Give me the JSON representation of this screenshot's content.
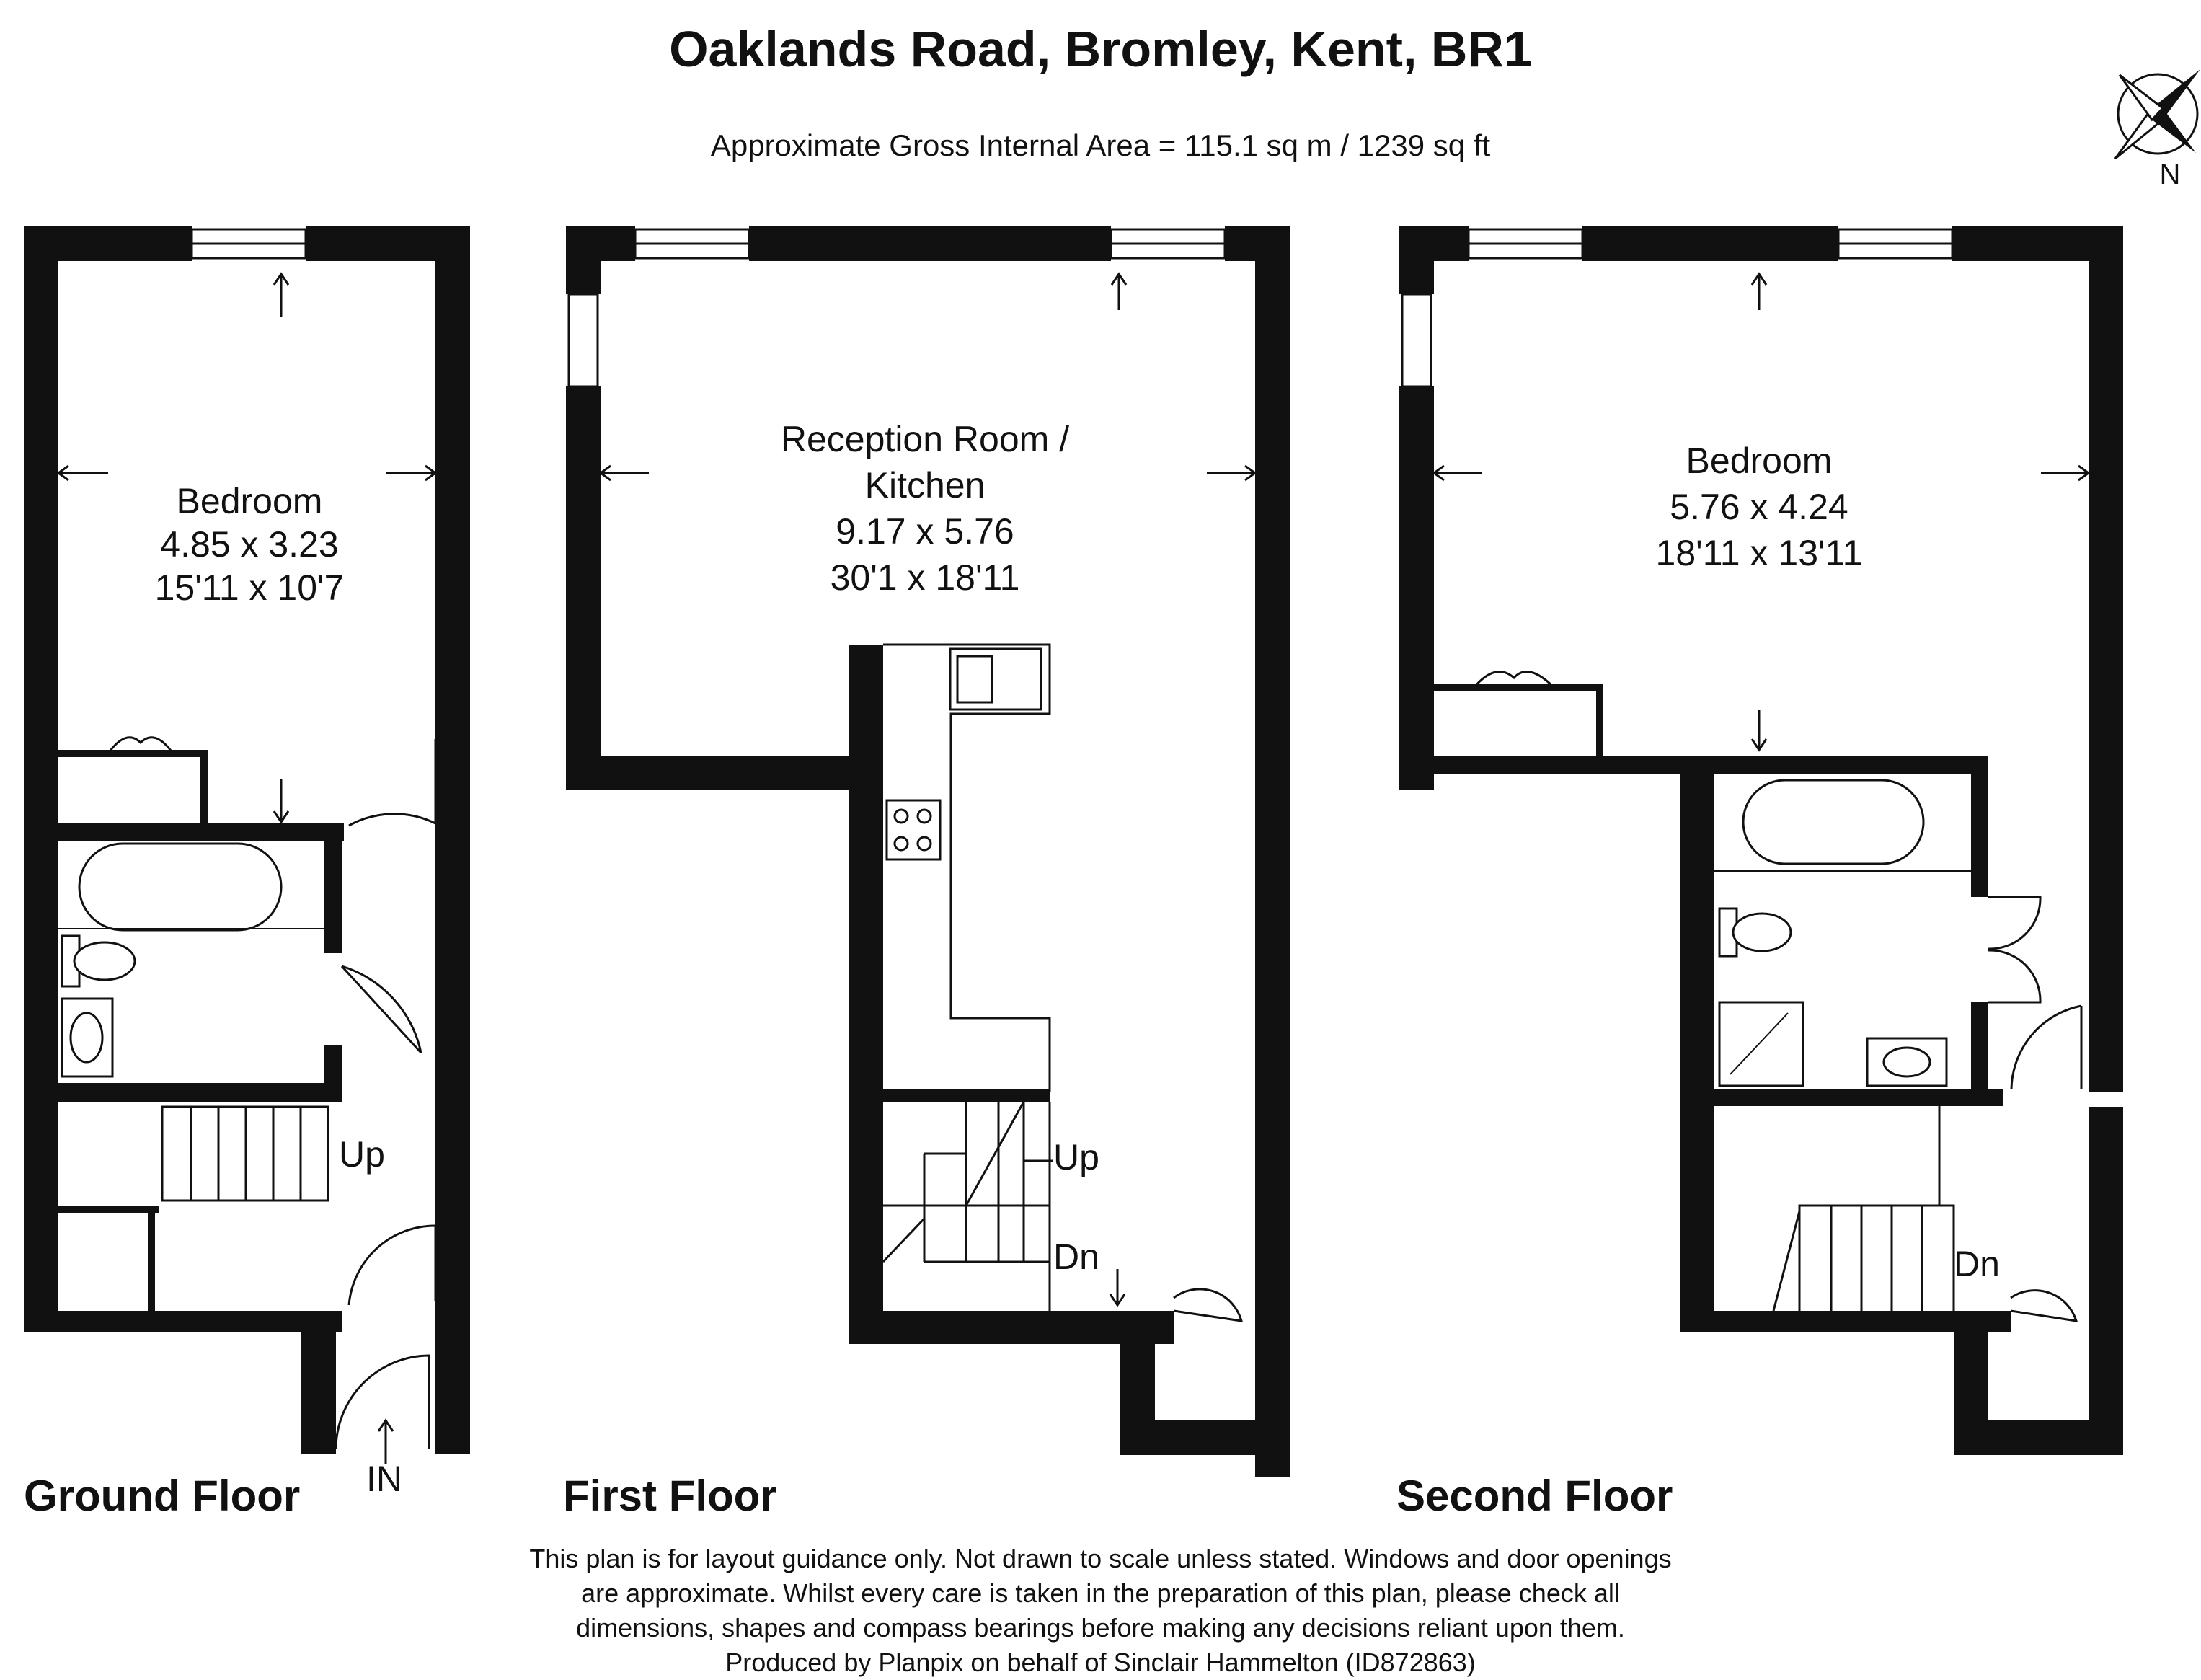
{
  "header": {
    "title": "Oaklands Road, Bromley, Kent, BR1",
    "subtitle": "Approximate Gross Internal Area = 115.1 sq m / 1239 sq ft"
  },
  "compass": {
    "label": "N"
  },
  "floors": {
    "ground": {
      "name": "Ground Floor",
      "room_name": "Bedroom",
      "room_metric": "4.85 x 3.23",
      "room_imperial": "15'11 x 10'7",
      "stair_label": "Up",
      "entrance_label": "IN"
    },
    "first": {
      "name": "First Floor",
      "room_name_line1": "Reception Room /",
      "room_name_line2": "Kitchen",
      "room_metric": "9.17 x 5.76",
      "room_imperial": "30'1 x 18'11",
      "stair_up_label": "Up",
      "stair_down_label": "Dn"
    },
    "second": {
      "name": "Second Floor",
      "room_name": "Bedroom",
      "room_metric": "5.76 x 4.24",
      "room_imperial": "18'11 x 13'11",
      "stair_label": "Dn"
    }
  },
  "disclaimer": {
    "line1": "This plan is for layout guidance only. Not drawn to scale unless stated. Windows and door openings",
    "line2": "are approximate. Whilst every care is taken in the preparation of this plan, please check all",
    "line3": "dimensions, shapes and compass bearings before making any decisions reliant upon them.",
    "line4": "Produced by Planpix on behalf of Sinclair Hammelton (ID872863)"
  }
}
